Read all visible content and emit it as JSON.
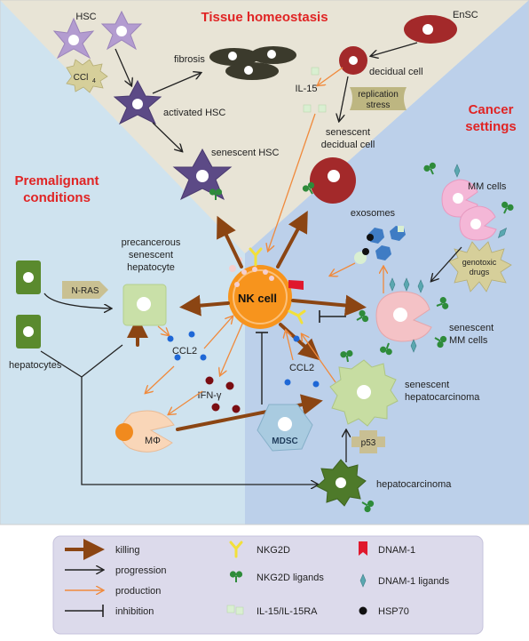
{
  "headings": {
    "tissue": "Tissue homeostasis",
    "cancer1": "Cancer",
    "cancer2": "settings",
    "premal1": "Premalignant",
    "premal2": "conditions"
  },
  "labels": {
    "hsc": "HSC",
    "ccl4": "CCl",
    "ccl4_sub": "4",
    "fibrosis": "fibrosis",
    "activated_hsc": "activated HSC",
    "senescent_hsc": "senescent HSC",
    "ensc": "EnSC",
    "decidual_cell": "decidual cell",
    "il15": "IL-15",
    "replication1": "replication",
    "replication2": "stress",
    "senescent_decidual1": "senescent",
    "senescent_decidual2": "decidual cell",
    "mm_cells": "MM cells",
    "exosomes": "exosomes",
    "genotoxic1": "genotoxic",
    "genotoxic2": "drugs",
    "senescent_mm1": "senescent",
    "senescent_mm2": "MM cells",
    "nk_cell": "NK cell",
    "precancerous1": "precancerous",
    "precancerous2": "senescent",
    "precancerous3": "hepatocyte",
    "nras": "N-RAS",
    "hepatocytes": "hepatocytes",
    "ccl2_left": "CCL2",
    "ccl2_right": "CCL2",
    "ifng": "IFN-γ",
    "macrophage": "MΦ",
    "mdsc": "MDSC",
    "senescent_hcc1": "senescent",
    "senescent_hcc2": "hepatocarcinoma",
    "p53": "p53",
    "hepatocarcinoma": "hepatocarcinoma"
  },
  "legend": {
    "killing": "killing",
    "progression": "progression",
    "production": "production",
    "inhibition": "inhibition",
    "nkg2d": "NKG2D",
    "nkg2d_ligands": "NKG2D ligands",
    "il15_il15ra": "IL-15/IL-15RA",
    "dnam1": "DNAM-1",
    "dnam1_ligands": "DNAM-1 ligands",
    "hsp70": "HSP70"
  },
  "colors": {
    "killing": "#8b4513",
    "production": "#f08a3c",
    "progression": "#222222",
    "heading_red": "#e02424",
    "nk_cell": "#f7941d",
    "nkg2d": "#f2e03a",
    "nkg2d_ligand": "#2e8b3a",
    "dnam1": "#e0182d",
    "dnam1_ligand": "#5aa7b0"
  }
}
